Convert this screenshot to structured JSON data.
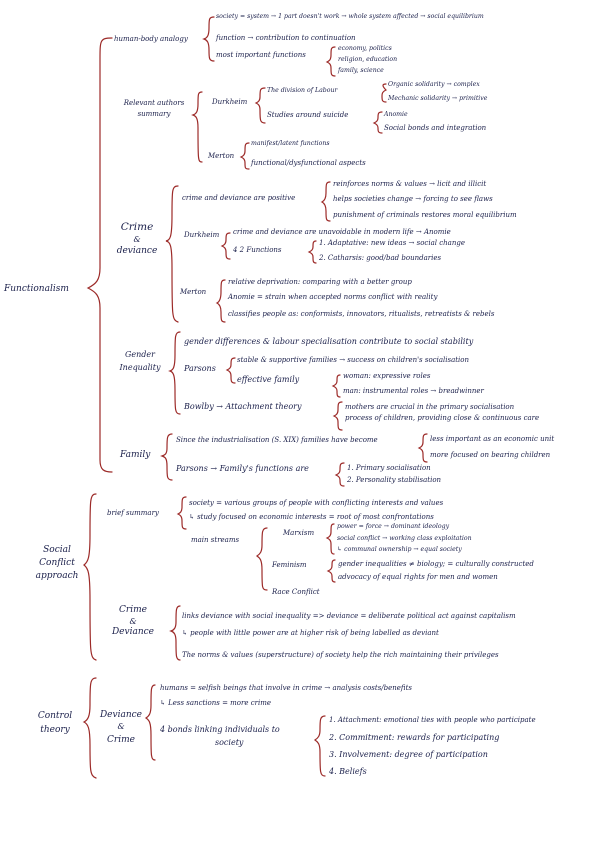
{
  "topics": {
    "functionalism": "Functionalism",
    "social_conflict": [
      "Social",
      "Conflict",
      "approach"
    ],
    "control_theory": [
      "Control",
      "theory"
    ]
  },
  "functionalism": {
    "human_body": {
      "label": "human-body analogy",
      "items": [
        "society = system → 1 part doesn't work → whole system affected → social equilibrium",
        "function → contribution to continuation",
        "most important functions"
      ],
      "functions": [
        "economy, politics",
        "religion, education",
        "family, science"
      ]
    },
    "authors": {
      "label": [
        "Relevant authors",
        "summary"
      ],
      "durkheim": {
        "name": "Durkheim",
        "labour": "The division of Labour",
        "labour_items": [
          "Organic solidarity → complex",
          "Mechanic solidarity → primitive"
        ],
        "suicide": "Studies around suicide",
        "suicide_items": [
          "Anomie",
          "Social bonds and integration"
        ]
      },
      "merton": {
        "name": "Merton",
        "items": [
          "manifest/latent functions",
          "functional/dysfunctional aspects"
        ]
      }
    },
    "crime": {
      "label": [
        "Crime",
        "&",
        "deviance"
      ],
      "positive": {
        "label": "crime and deviance are positive",
        "items": [
          "reinforces norms & values → licit and illicit",
          "helps societies change → forcing to see flaws",
          "punishment of criminals restores moral equilibrium"
        ]
      },
      "durkheim": {
        "name": "Durkheim",
        "line1": "crime and deviance are unavoidable in modern life → Anomie",
        "line2": "4 2 Functions",
        "functions": [
          "1. Adaptative: new ideas → social change",
          "2. Catharsis: good/bad boundaries"
        ]
      },
      "merton": {
        "name": "Merton",
        "items": [
          "relative deprivation: comparing with a better group",
          "Anomie = strain when accepted norms conflict with reality",
          "classifies people as: conformists, innovators, ritualists, retreatists & rebels"
        ]
      }
    },
    "gender": {
      "label": [
        "Gender",
        "Inequality"
      ],
      "line1": "gender differences & labour specialisation contribute to social stability",
      "parsons": "Parsons",
      "parsons_items": [
        "stable & supportive families → success on children's socialisation",
        "effective family"
      ],
      "roles": [
        "woman: expressive roles",
        "man: instrumental roles → breadwinner"
      ],
      "bowlby": "Bowlby → Attachment theory",
      "bowlby_items": [
        "mothers are crucial in the primary socialisation",
        "process of children, providing close & continuous care"
      ]
    },
    "family": {
      "label": "Family",
      "line1": "Since the industrialisation (S. XIX) families have become",
      "line1_items": [
        "less important as an economic unit",
        "more focused on bearing children"
      ],
      "line2": "Parsons → Family's functions are",
      "line2_items": [
        "1. Primary socialisation",
        "2. Personality stabilisation"
      ]
    }
  },
  "conflict": {
    "summary": {
      "label": "brief summary",
      "line1": "society = various groups of people with conflicting interests and values",
      "line2": "↳ study focused on economic interests = root of most confrontations"
    },
    "streams": {
      "label": "main streams",
      "marxism": "Marxism",
      "marxism_items": [
        "power = force → dominant ideology",
        "social conflict → working class exploitation",
        "↳ communal ownership → equal society"
      ],
      "feminism": "Feminism",
      "feminism_items": [
        "gender inequalities ≠ biology; = culturally constructed",
        "advocacy of equal rights for men and women"
      ],
      "race": "Race Conflict"
    },
    "crime": {
      "label": [
        "Crime",
        "&",
        "Deviance"
      ],
      "line1": "links deviance with social inequality => deviance = deliberate political act against capitalism",
      "line2": "↳ people with little power are at higher risk of being labelled as deviant",
      "line3": "The norms & values (superstructure) of society help the rich maintaining their privileges"
    }
  },
  "control": {
    "label": [
      "Deviance",
      "&",
      "Crime"
    ],
    "line1": "humans = selfish beings that involve in crime → analysis costs/benefits",
    "line2": "↳ Less sanctions = more crime",
    "bonds": [
      "4 bonds linking individuals to",
      "society"
    ],
    "bond_items": [
      "1. Attachment: emotional ties with people who participate",
      "2. Commitment: rewards for participating",
      "3. Involvement: degree of participation",
      "4. Beliefs"
    ]
  }
}
